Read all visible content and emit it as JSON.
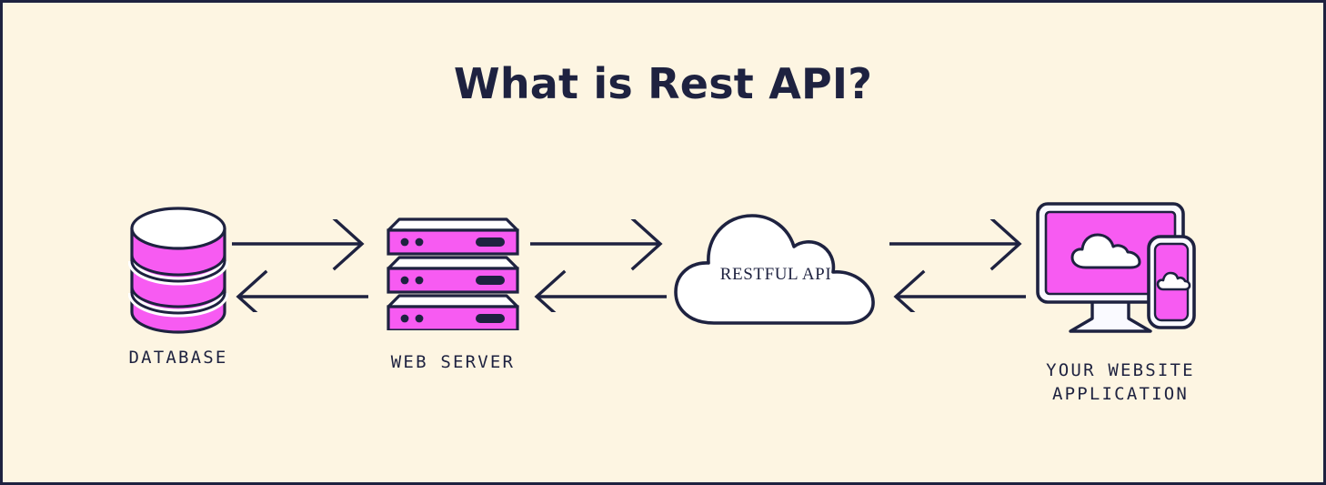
{
  "page": {
    "title": "What is Rest API?",
    "background_color": "#FDF5E2",
    "border_color": "#1E2240",
    "ink_color": "#1E2240",
    "accent_color": "#F75BF2",
    "surface_color": "#FFFFFF"
  },
  "diagram": {
    "type": "flow",
    "orientation": "left-to-right",
    "nodes": [
      {
        "id": "database",
        "label": "DATABASE",
        "icon": "database-cylinder-icon",
        "segments": 3
      },
      {
        "id": "web-server",
        "label": "WEB SERVER",
        "icon": "server-rack-icon",
        "units": 3
      },
      {
        "id": "restful-api",
        "label": "RESTFUL API",
        "icon": "cloud-icon",
        "inline_text": true
      },
      {
        "id": "client",
        "label": "YOUR WEBSITE\nAPPLICATION",
        "icon": "desktop-and-phone-icon"
      }
    ],
    "connections": [
      {
        "id": "db-server",
        "from": "database",
        "to": "web-server",
        "directions": [
          "right",
          "left"
        ]
      },
      {
        "id": "server-cloud",
        "from": "web-server",
        "to": "restful-api",
        "directions": [
          "right",
          "left"
        ]
      },
      {
        "id": "cloud-client",
        "from": "restful-api",
        "to": "client",
        "directions": [
          "right",
          "left"
        ]
      }
    ]
  }
}
